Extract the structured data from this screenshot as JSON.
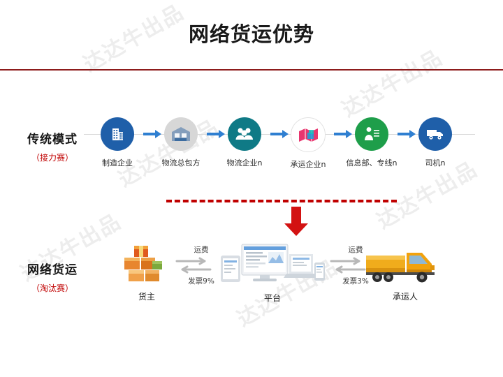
{
  "slide": {
    "title": "网络货运优势",
    "watermarks": [
      "达达牛出品",
      "达达牛出品",
      "达达牛出品",
      "达达牛出品",
      "达达牛出品",
      "达达牛出品"
    ],
    "accent_color": "#c00000",
    "rule_color": "#8d1b1b"
  },
  "rows": [
    {
      "id": "traditional",
      "label": "传统模式",
      "sublabel": "（接力赛）",
      "nodes": [
        {
          "icon": "factory-building-icon",
          "caption": "制造企业",
          "circle": "#1f5fa9"
        },
        {
          "icon": "warehouse-icon",
          "caption": "物流总包方",
          "circle": "#d7d7d7"
        },
        {
          "icon": "people-group-icon",
          "caption": "物流企业n",
          "circle": "#0f7a86"
        },
        {
          "icon": "map-route-icon",
          "caption": "承运企业n",
          "circle": "#ffffff"
        },
        {
          "icon": "person-info-icon",
          "caption": "信息部、专线n",
          "circle": "#1e9e4a"
        },
        {
          "icon": "truck-icon",
          "caption": "司机n",
          "circle": "#1f5fa9"
        }
      ]
    },
    {
      "id": "network-freight",
      "label": "网络货运",
      "sublabel": "（淘汰赛）",
      "nodes": [
        {
          "icon": "cargo-boxes-icon",
          "caption": "货主"
        },
        {
          "icon": "platform-devices-icon",
          "caption": "平台"
        },
        {
          "icon": "yellow-truck-icon",
          "caption": "承运人"
        }
      ],
      "transfers": [
        {
          "top": "运费",
          "bottom": "发票9%"
        },
        {
          "top": "运费",
          "bottom": "发票3%"
        }
      ]
    }
  ]
}
